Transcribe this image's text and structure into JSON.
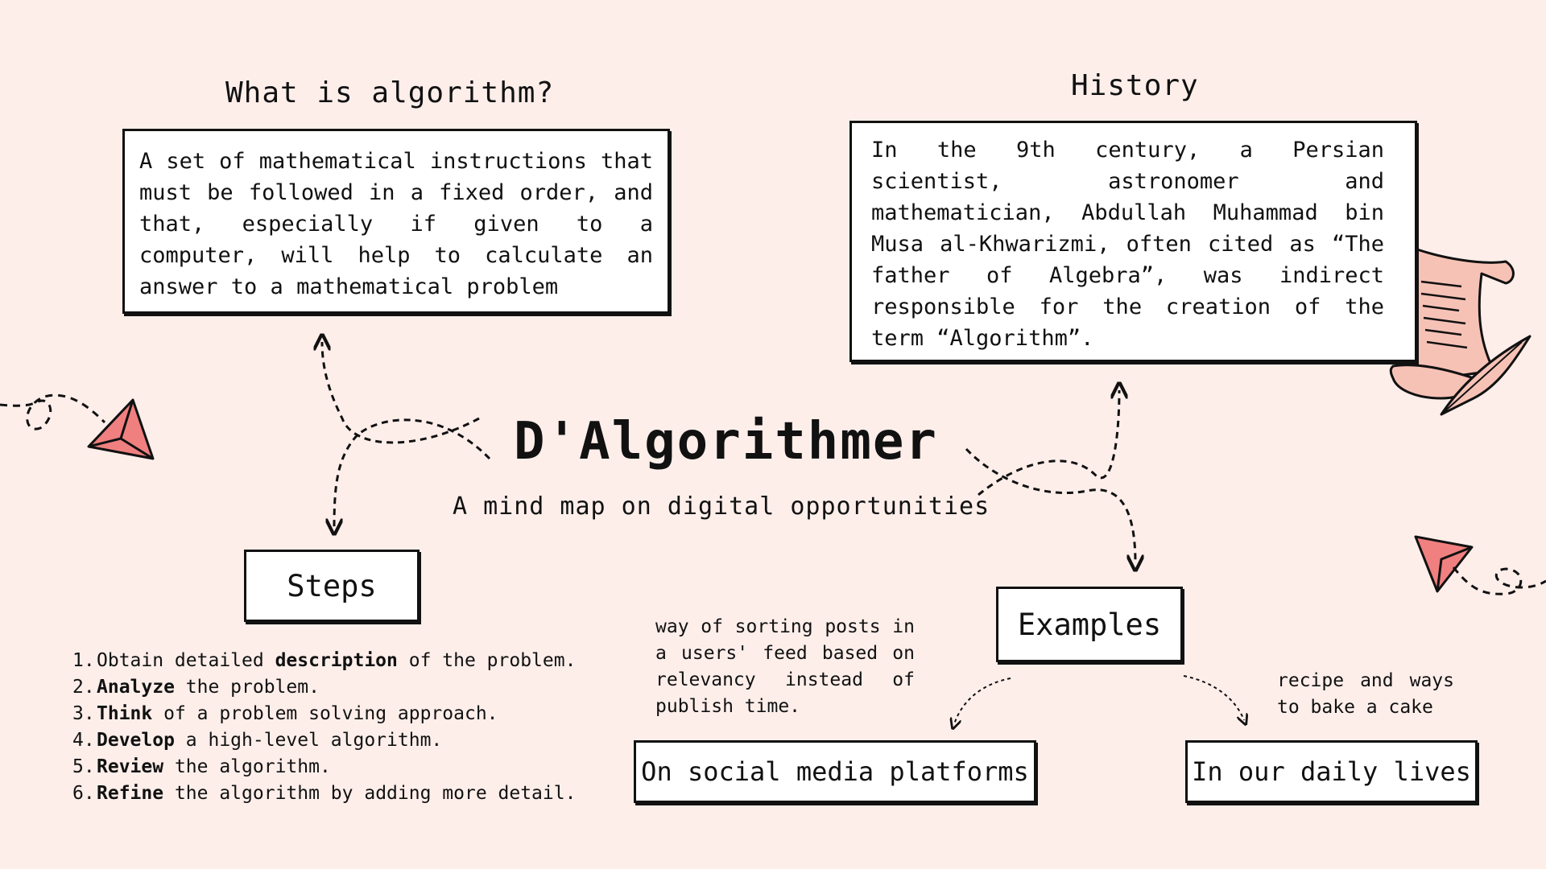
{
  "title": "D'Algorithmer",
  "subtitle": "A mind map on digital opportunities",
  "what_is": {
    "heading": "What is algorithm?",
    "text": "A set of mathematical instructions that must be followed in a fixed order, and that, especially if given to a computer, will help to calculate an answer to a mathematical problem"
  },
  "history": {
    "heading": "History",
    "text": "In the 9th century, a Persian scientist, astronomer and mathematician, Abdullah Muhammad bin Musa al-Khwarizmi, often cited as “The father of Algebra”, was indirect responsible for the creation of the term “Algorithm”."
  },
  "steps": {
    "heading": "Steps",
    "items": [
      {
        "num": "1.",
        "pre": "Obtain detailed ",
        "bold": "description",
        "post": " of the problem."
      },
      {
        "num": "2.",
        "pre": "",
        "bold": "Analyze",
        "post": " the problem."
      },
      {
        "num": "3.",
        "pre": "",
        "bold": "Think",
        "post": " of a problem solving approach."
      },
      {
        "num": "4.",
        "pre": "",
        "bold": "Develop",
        "post": " a high-level algorithm."
      },
      {
        "num": "5.",
        "pre": "",
        "bold": "Review",
        "post": " the algorithm."
      },
      {
        "num": "6.",
        "pre": "",
        "bold": "Refine",
        "post": " the algorithm by adding more detail."
      }
    ]
  },
  "examples": {
    "heading": "Examples",
    "social": {
      "label": "On social media platforms",
      "note": "way of sorting posts in a users' feed based on relevancy instead of publish time."
    },
    "daily": {
      "label": "In our daily lives",
      "note": "recipe and ways to bake a cake"
    }
  },
  "colors": {
    "background": "#fdeeea",
    "accent": "#f08080",
    "ink": "#111111"
  },
  "icons": [
    "paper-plane-icon",
    "scroll-quill-icon"
  ]
}
